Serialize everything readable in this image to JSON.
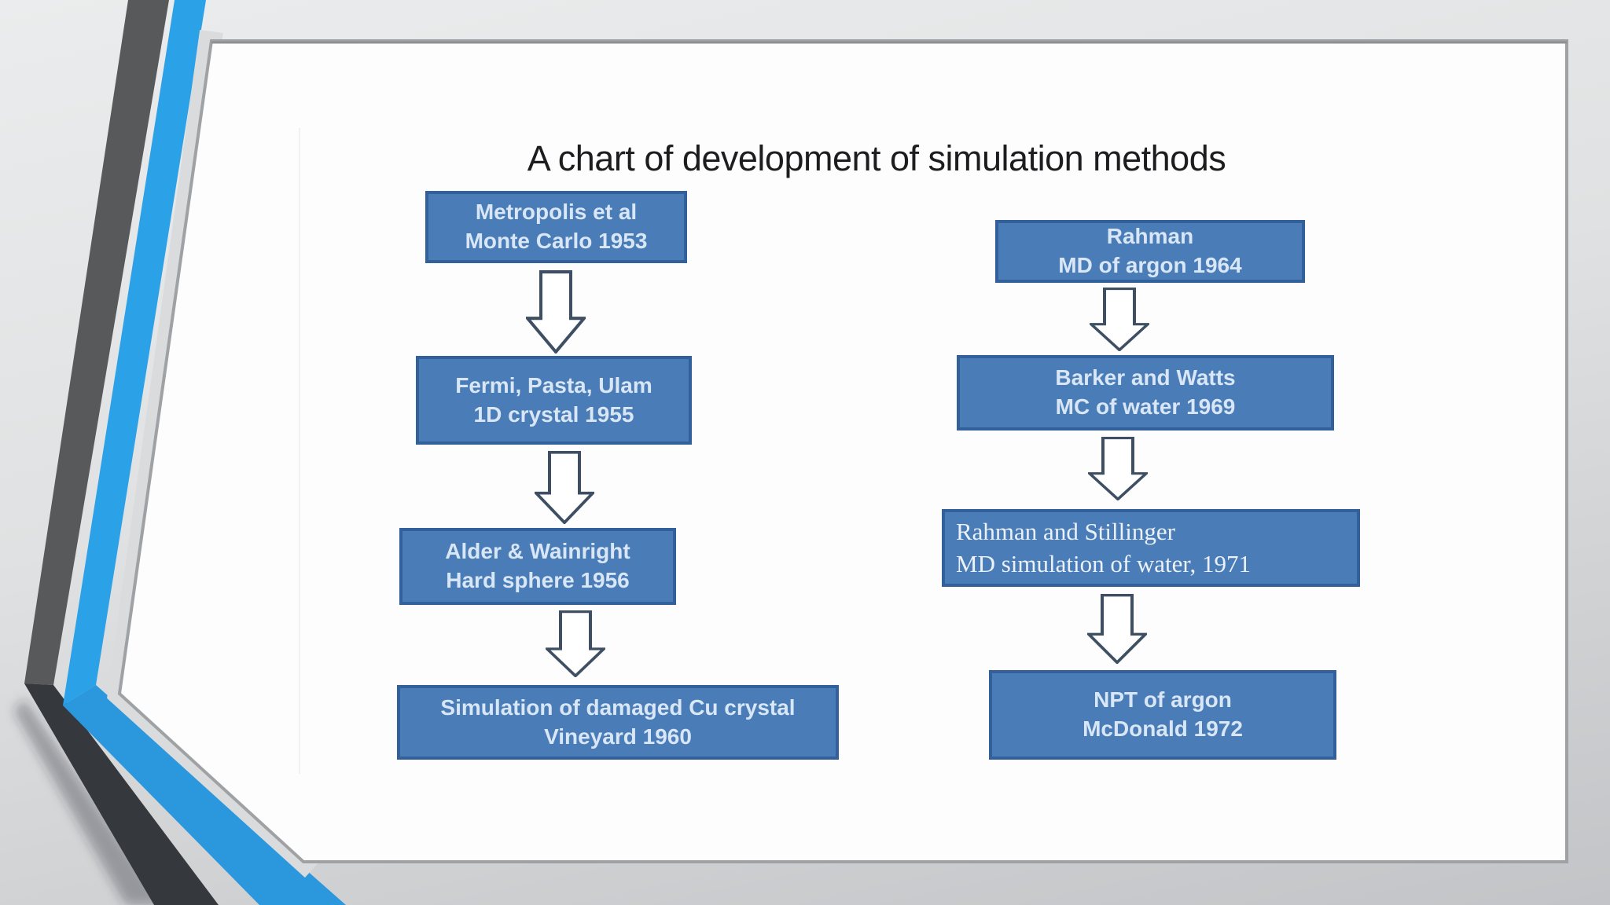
{
  "slide": {
    "title": "A chart of development of simulation methods",
    "flowchart": {
      "left_column": [
        {
          "line1": "Metropolis et al",
          "line2": "Monte Carlo 1953"
        },
        {
          "line1": "Fermi, Pasta, Ulam",
          "line2": "1D crystal 1955"
        },
        {
          "line1": "Alder & Wainright",
          "line2": "Hard sphere 1956"
        },
        {
          "line1": "Simulation of damaged Cu crystal",
          "line2": "Vineyard 1960"
        }
      ],
      "right_column": [
        {
          "line1": "Rahman",
          "line2": "MD of argon 1964"
        },
        {
          "line1": "Barker and Watts",
          "line2": "MC of water 1969"
        },
        {
          "line1": "Rahman and Stillinger",
          "line2": " MD simulation of water, 1971"
        },
        {
          "line1": "NPT of argon",
          "line2": "McDonald 1972"
        }
      ],
      "connector_style": "down-block-arrow"
    },
    "theme": {
      "node_fill": "#4a7db8",
      "node_border": "#31609b",
      "node_text": "#d8e6f5",
      "arrow_fill": "#ffffff",
      "arrow_outline": "#3e4f63",
      "accent_ribbon_blue": "#2ba1e8",
      "accent_ribbon_dark": "#58595a",
      "slide_surface": "#fdfdfe",
      "page_background": "#d9dadc",
      "title_color": "#1d1d1f"
    }
  }
}
